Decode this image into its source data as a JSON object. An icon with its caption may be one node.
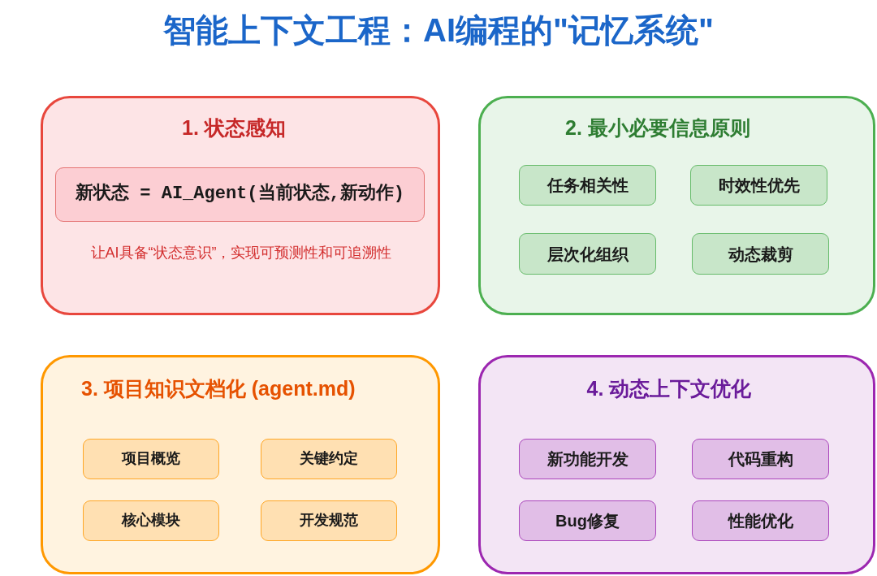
{
  "diagram": {
    "title": "智能上下文工程：AI编程的\"记忆系统\"",
    "nodes": [
      {
        "text": [
          "1. 状态感知",
          "让AI具备“状态意识”，实现可预测性和可追溯性"
        ]
      },
      {
        "text": [
          "新状态 = AI_Agent(当前状态,新动作)"
        ],
        "in": 0
      },
      {
        "text": [
          "2. 最小必要信息原则"
        ]
      },
      {
        "text": [
          "任务相关性"
        ],
        "in": 2
      },
      {
        "text": [
          "时效性优先"
        ],
        "in": 2
      },
      {
        "text": [
          "层次化组织"
        ],
        "in": 2
      },
      {
        "text": [
          "动态裁剪"
        ],
        "in": 2
      },
      {
        "text": [
          "3. 项目知识文档化 (agent.md)"
        ]
      },
      {
        "text": [
          "项目概览"
        ],
        "in": 7
      },
      {
        "text": [
          "关键约定"
        ],
        "in": 7
      },
      {
        "text": [
          "核心模块"
        ],
        "in": 7
      },
      {
        "text": [
          "开发规范"
        ],
        "in": 7
      },
      {
        "text": [
          "4. 动态上下文优化"
        ]
      },
      {
        "text": [
          "新功能开发"
        ],
        "in": 12
      },
      {
        "text": [
          "代码重构"
        ],
        "in": 12
      },
      {
        "text": [
          "Bug修复"
        ],
        "in": 12
      },
      {
        "text": [
          "性能优化"
        ],
        "in": 12
      }
    ]
  }
}
